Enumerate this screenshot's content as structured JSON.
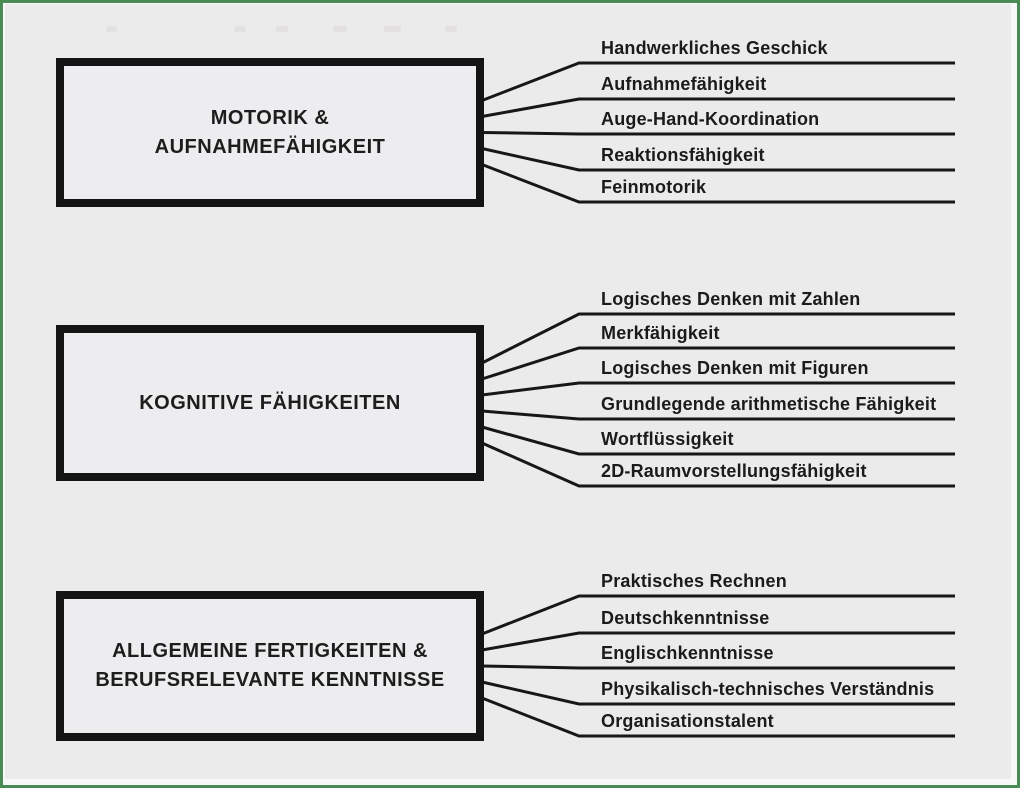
{
  "diagram": {
    "colors": {
      "frame_green": "#4a8a55",
      "background_gray": "#ecebec",
      "line_black": "#171717",
      "text_black": "#1b1b1b"
    },
    "groups": [
      {
        "box_title": "MOTORIK &\nAUFNAHMEFÄHIGKEIT",
        "items": [
          "Handwerkliches Geschick",
          "Aufnahmefähigkeit",
          "Auge-Hand-Koordination",
          "Reaktionsfähigkeit",
          "Feinmotorik"
        ]
      },
      {
        "box_title": "KOGNITIVE FÄHIGKEITEN",
        "items": [
          "Logisches Denken mit Zahlen",
          "Merkfähigkeit",
          "Logisches Denken mit Figuren",
          "Grundlegende arithmetische Fähigkeit",
          "Wortflüssigkeit",
          "2D-Raumvorstellungsfähigkeit"
        ]
      },
      {
        "box_title": "ALLGEMEINE FERTIGKEITEN &\nBERUFSRELEVANTE KENNTNISSE",
        "items": [
          "Praktisches Rechnen",
          "Deutschkenntnisse",
          "Englischkenntnisse",
          "Physikalisch-technisches Verständnis",
          "Organisationstalent"
        ]
      }
    ]
  }
}
